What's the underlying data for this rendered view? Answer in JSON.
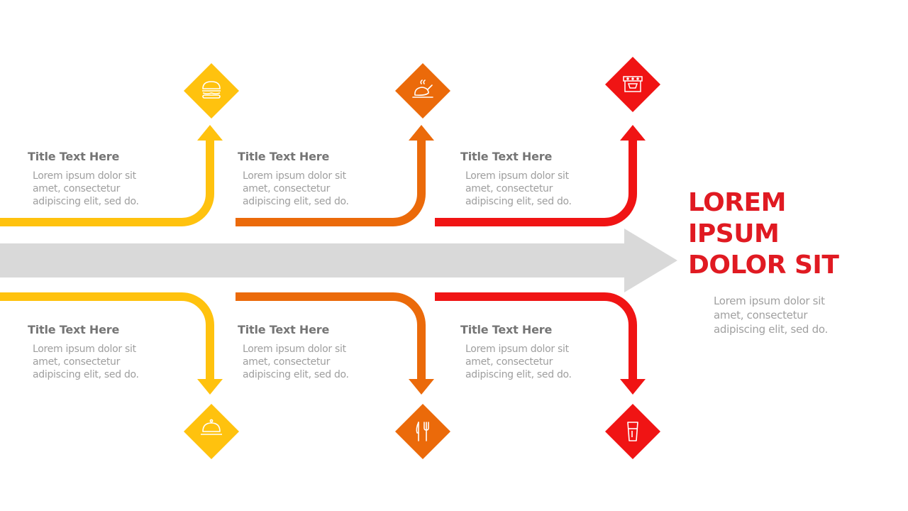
{
  "headline": {
    "lines": [
      "LOREM",
      "IPSUM",
      "DOLOR SIT"
    ],
    "text": "Lorem ipsum dolor sit amet, consectetur adipiscing elit, sed do."
  },
  "colors": {
    "yellow": "#FFC20E",
    "orange": "#EB6A0A",
    "red": "#F01414",
    "gray_arrow": "#D9D9D9",
    "headline": "#E01A22"
  },
  "branches": [
    {
      "position": "top",
      "color": "yellow",
      "icon": "burger-icon",
      "title": "Title Text Here",
      "lines": [
        "Lorem ipsum dolor sit",
        "amet, consectetur",
        "adipiscing elit, sed do."
      ]
    },
    {
      "position": "top",
      "color": "orange",
      "icon": "roast-chicken-icon",
      "title": "Title Text Here",
      "lines": [
        "Lorem ipsum dolor sit",
        "amet, consectetur",
        "adipiscing elit, sed do."
      ]
    },
    {
      "position": "top",
      "color": "red",
      "icon": "restaurant-icon",
      "title": "Title Text Here",
      "lines": [
        "Lorem ipsum dolor sit",
        "amet, consectetur",
        "adipiscing elit, sed do."
      ]
    },
    {
      "position": "bottom",
      "color": "yellow",
      "icon": "cloche-icon",
      "title": "Title Text Here",
      "lines": [
        "Lorem ipsum dolor sit",
        "amet, consectetur",
        "adipiscing elit, sed do."
      ]
    },
    {
      "position": "bottom",
      "color": "orange",
      "icon": "knife-fork-icon",
      "title": "Title Text Here",
      "lines": [
        "Lorem ipsum dolor sit",
        "amet, consectetur",
        "adipiscing elit, sed do."
      ]
    },
    {
      "position": "bottom",
      "color": "red",
      "icon": "drink-glass-icon",
      "title": "Title Text Here",
      "lines": [
        "Lorem ipsum dolor sit",
        "amet, consectetur",
        "adipiscing elit, sed do."
      ]
    }
  ]
}
